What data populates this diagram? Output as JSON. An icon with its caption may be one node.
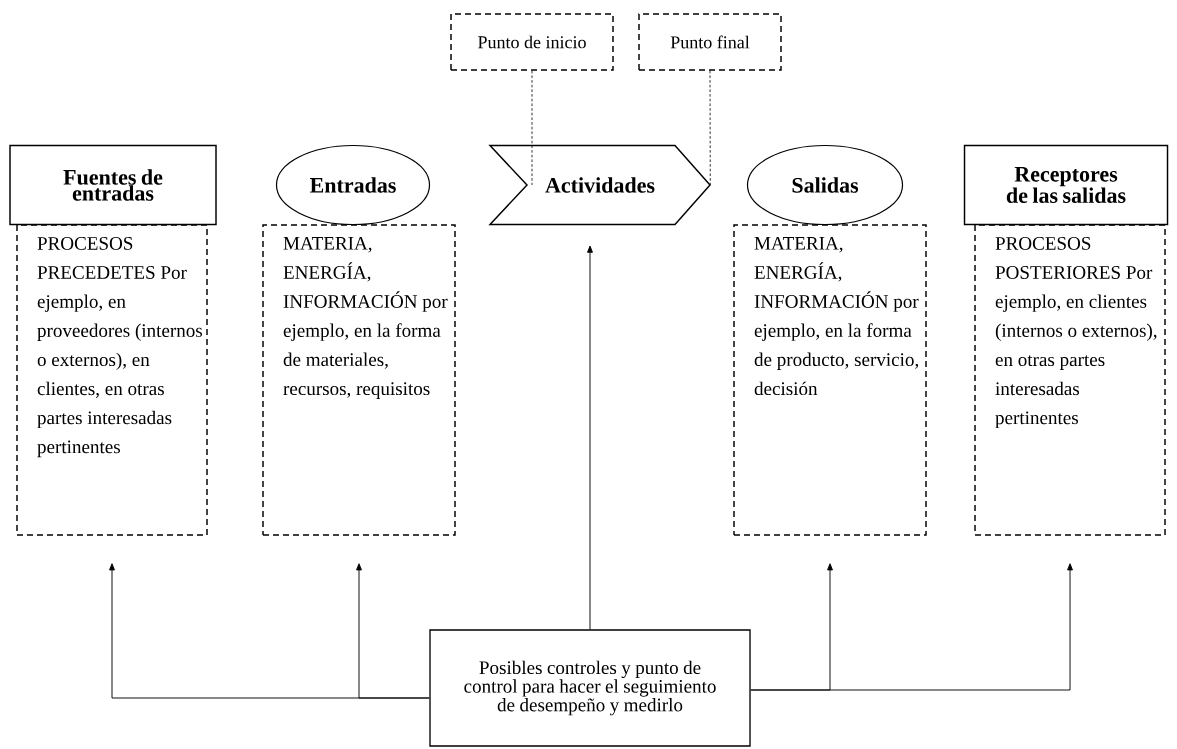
{
  "diagram": {
    "nodes": [
      {
        "text": [
          "Fuentes de entradas"
        ]
      },
      {
        "text": [
          "PROCESOS PRECEDETES Por ejemplo, en proveedores (internos o externos), en clientes, en otras partes interesadas pertinentes"
        ]
      },
      {
        "text": [
          "Entradas"
        ]
      },
      {
        "text": [
          "MATERIA, ENERGÍA, INFORMACIÓN por ejemplo, en la forma de materiales, recursos, requisitos"
        ]
      },
      {
        "text": [
          "Actividades"
        ]
      },
      {
        "text": [
          "Salidas"
        ]
      },
      {
        "text": [
          "MATERIA, ENERGÍA, INFORMACIÓN por ejemplo, en la forma de producto, servicio, decisión"
        ]
      },
      {
        "text": [
          "Receptores de las salidas"
        ]
      },
      {
        "text": [
          "PROCESOS POSTERIORES Por ejemplo, en clientes (internos o externos), en otras partes interesadas pertinentes"
        ]
      },
      {
        "text": [
          "Punto de inicio"
        ]
      },
      {
        "text": [
          "Punto final"
        ]
      },
      {
        "text": [
          "Posibles controles y punto de control para hacer el seguimiento de desempeño y medirlo"
        ]
      }
    ],
    "edges": [
      {
        "from": 11,
        "to": 1,
        "arrow": "to"
      },
      {
        "from": 11,
        "to": 3,
        "arrow": "to"
      },
      {
        "from": 11,
        "to": 4,
        "arrow": "to"
      },
      {
        "from": 11,
        "to": 6,
        "arrow": "to"
      },
      {
        "from": 11,
        "to": 8,
        "arrow": "to"
      },
      {
        "from": 9,
        "to": 4,
        "arrow": "none",
        "style": "dashed"
      },
      {
        "from": 10,
        "to": 4,
        "arrow": "none",
        "style": "dashed"
      }
    ]
  }
}
